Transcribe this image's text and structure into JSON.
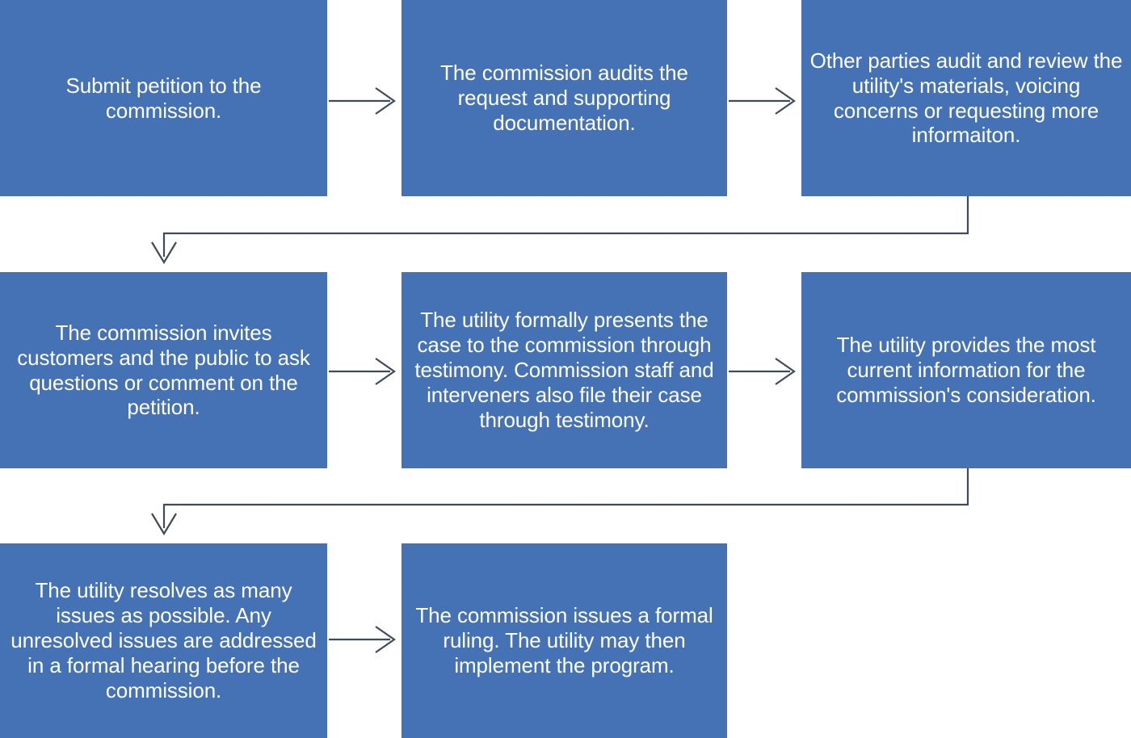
{
  "diagram": {
    "title": "Utility program petition review process flowchart",
    "type": "flowchart",
    "orientation": "left-to-right, serpentine rows",
    "colors": {
      "node_fill": "#4472B4",
      "node_text": "#FFFFFF",
      "connector": "#3F4A5A",
      "background": "#FFFFFF"
    },
    "nodes": [
      {
        "id": "node-1",
        "step": 1,
        "row": 1,
        "column": 1,
        "text": "Submit petition to the commission."
      },
      {
        "id": "node-2",
        "step": 2,
        "row": 1,
        "column": 2,
        "text": "The commission audits the request and supporting documentation."
      },
      {
        "id": "node-3",
        "step": 3,
        "row": 1,
        "column": 3,
        "text": "Other parties audit and review the utility's materials, voicing concerns or requesting more informaiton."
      },
      {
        "id": "node-4",
        "step": 4,
        "row": 2,
        "column": 1,
        "text": "The commission invites customers and the public to ask questions or comment on the petition."
      },
      {
        "id": "node-5",
        "step": 5,
        "row": 2,
        "column": 2,
        "text": "The utility formally presents the case to the commission through testimony. Commission staff and interveners also file their case through testimony."
      },
      {
        "id": "node-6",
        "step": 6,
        "row": 2,
        "column": 3,
        "text": "The utility provides the most current information for the commission's consideration."
      },
      {
        "id": "node-7",
        "step": 7,
        "row": 3,
        "column": 1,
        "text": "The utility resolves as many issues as possible. Any unresolved issues are addressed in a formal hearing before the commission."
      },
      {
        "id": "node-8",
        "step": 8,
        "row": 3,
        "column": 2,
        "text": "The commission issues a formal ruling. The utility may then implement the program."
      }
    ],
    "connectors": [
      {
        "id": "arrow-1-2",
        "from": "node-1",
        "to": "node-2",
        "kind": "straight-right"
      },
      {
        "id": "arrow-2-3",
        "from": "node-2",
        "to": "node-3",
        "kind": "straight-right"
      },
      {
        "id": "arrow-3-4",
        "from": "node-3",
        "to": "node-4",
        "kind": "elbow-wrap-down"
      },
      {
        "id": "arrow-4-5",
        "from": "node-4",
        "to": "node-5",
        "kind": "straight-right"
      },
      {
        "id": "arrow-5-6",
        "from": "node-5",
        "to": "node-6",
        "kind": "straight-right"
      },
      {
        "id": "arrow-6-7",
        "from": "node-6",
        "to": "node-7",
        "kind": "elbow-wrap-down"
      },
      {
        "id": "arrow-7-8",
        "from": "node-7",
        "to": "node-8",
        "kind": "straight-right"
      }
    ]
  }
}
